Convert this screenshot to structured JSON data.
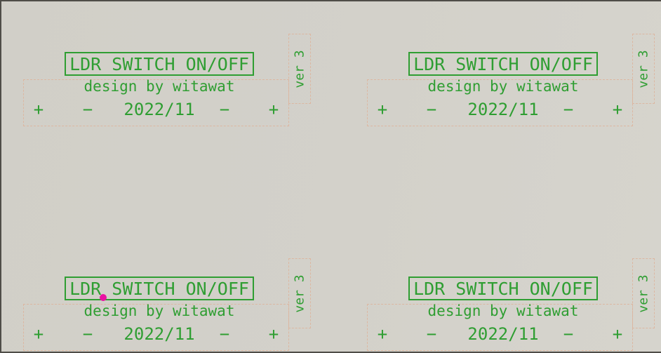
{
  "colors": {
    "background": "#d3d1ca",
    "silkscreen_green": "#2f9e32",
    "outline_dash_salmon": "#dcb7a1",
    "via_magenta": "#e912a2",
    "window_edge_dark": "#4f4d48"
  },
  "panels": [
    {
      "position": "top-left",
      "title": "LDR SWITCH ON/OFF",
      "subtitle": "design by witawat",
      "date": "2022/11",
      "version_label": "ver 3",
      "plus_mark": "+",
      "minus_mark": "−"
    },
    {
      "position": "top-right",
      "title": "LDR SWITCH ON/OFF",
      "subtitle": "design by witawat",
      "date": "2022/11",
      "version_label": "ver 3",
      "plus_mark": "+",
      "minus_mark": "−"
    },
    {
      "position": "bottom-left",
      "title": "LDR SWITCH ON/OFF",
      "subtitle": "design by witawat",
      "date": "2022/11",
      "version_label": "ver 3",
      "plus_mark": "+",
      "minus_mark": "−",
      "has_via_marker": true
    },
    {
      "position": "bottom-right",
      "title": "LDR SWITCH ON/OFF",
      "subtitle": "design by witawat",
      "date": "2022/11",
      "version_label": "ver 3",
      "plus_mark": "+",
      "minus_mark": "−"
    }
  ]
}
